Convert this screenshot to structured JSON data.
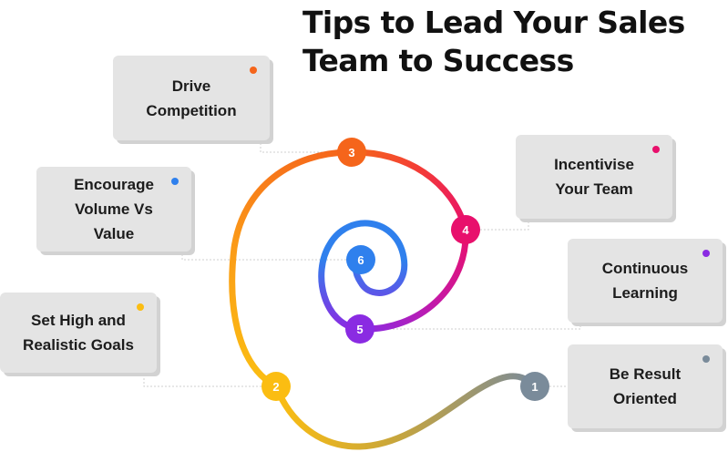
{
  "title": {
    "line1": "Tips to Lead Your Sales",
    "line2": "Team to Success"
  },
  "steps": [
    {
      "number": "1",
      "label": "Be Result\nOriented",
      "color": "#7a8b9a"
    },
    {
      "number": "2",
      "label": "Set High and\nRealistic Goals",
      "color": "#fbbd12"
    },
    {
      "number": "3",
      "label": "Drive\nCompetition",
      "color": "#f5651b"
    },
    {
      "number": "4",
      "label": "Incentivise\nYour Team",
      "color": "#e8106c"
    },
    {
      "number": "5",
      "label": "Continuous\nLearning",
      "color": "#8a2be2"
    },
    {
      "number": "6",
      "label": "Encourage\nVolume Vs\nValue",
      "color": "#2f80ed"
    }
  ]
}
